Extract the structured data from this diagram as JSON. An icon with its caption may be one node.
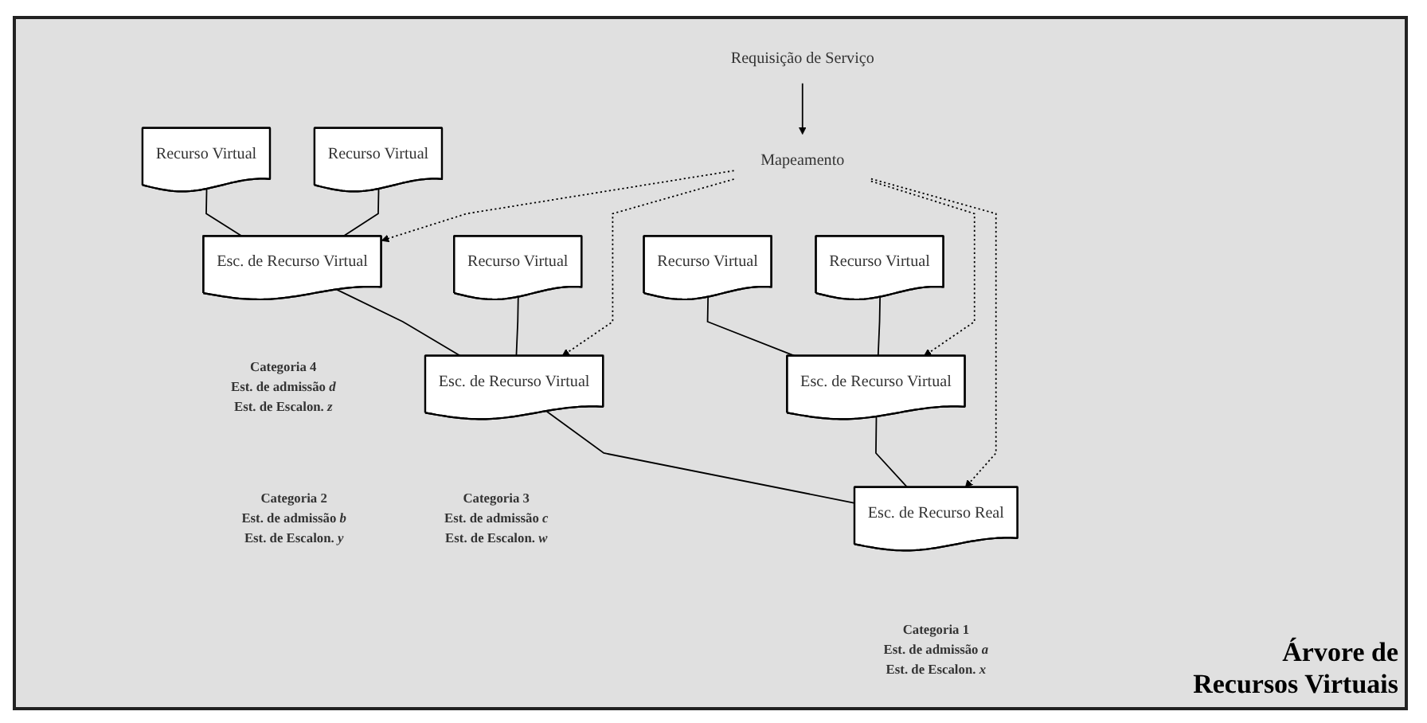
{
  "diagram": {
    "nodes": [
      {
        "text": [
          "Requisição de Serviço"
        ]
      },
      {
        "text": [
          "Mapeamento"
        ]
      },
      {
        "text": [
          "Recurso Virtual"
        ]
      },
      {
        "text": [
          "Recurso Virtual"
        ]
      },
      {
        "text": [
          "Esc. de Recurso Virtual"
        ],
        "beside": [
          "Categoria 4",
          "Est. de admissão *d*",
          "Est. de Escalon. *z*"
        ]
      },
      {
        "text": [
          "Recurso Virtual"
        ]
      },
      {
        "text": [
          "Recurso Virtual"
        ]
      },
      {
        "text": [
          "Recurso Virtual"
        ]
      },
      {
        "text": [
          "Esc. de Recurso Virtual"
        ],
        "beside": [
          "Categoria 2",
          "Est. de admissão *b*",
          "Est. de Escalon. *y*"
        ]
      },
      {
        "text": [
          "Esc. de Recurso Virtual"
        ],
        "beside": [
          "Categoria 3",
          "Est. de admissão *c*",
          "Est. de Escalon. *w*"
        ]
      },
      {
        "text": [
          "Esc. de Recurso Real"
        ],
        "beside": [
          "Categoria 1",
          "Est. de admissão *a*",
          "Est. de Escalon. *x*"
        ]
      }
    ],
    "edges": [
      {
        "from": 0,
        "to": 1,
        "arrow": "to"
      },
      {
        "from": 1,
        "to": 4,
        "arrow": "to",
        "style": "dashed"
      },
      {
        "from": 1,
        "to": 9,
        "arrow": "to",
        "style": "dashed"
      },
      {
        "from": 1,
        "to": 8,
        "arrow": "to",
        "style": "dashed"
      },
      {
        "from": 1,
        "to": 10,
        "arrow": "to",
        "style": "dashed"
      },
      {
        "from": 2,
        "to": 4,
        "arrow": "none"
      },
      {
        "from": 3,
        "to": 4,
        "arrow": "none"
      },
      {
        "from": 5,
        "to": 8,
        "arrow": "none"
      },
      {
        "from": 6,
        "to": 8,
        "arrow": "none"
      },
      {
        "from": 7,
        "to": 9,
        "arrow": "none"
      },
      {
        "from": 4,
        "to": 9,
        "arrow": "none"
      },
      {
        "from": 8,
        "to": 10,
        "arrow": "none"
      },
      {
        "from": 9,
        "to": 10,
        "arrow": "none"
      }
    ],
    "labels": [
      "Árvore de Recursos Virtuais"
    ]
  }
}
